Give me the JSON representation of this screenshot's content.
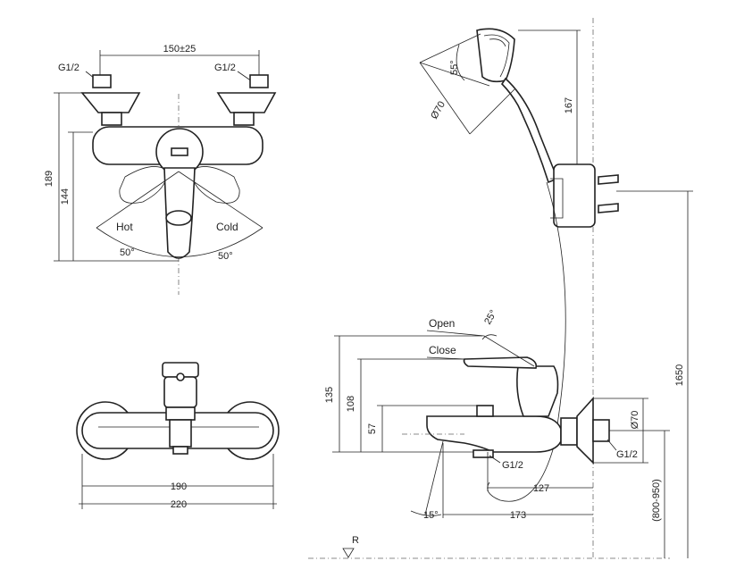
{
  "labels": {
    "top_width": "150±25",
    "g12_left": "G1/2",
    "g12_right": "G1/2",
    "h189": "189",
    "h144": "144",
    "hot": "Hot",
    "cold": "Cold",
    "ang_left": "50°",
    "ang_right": "50°",
    "w190": "190",
    "w220": "220",
    "ang55": "55°",
    "d70_head": "Ø70",
    "h167": "167",
    "h1650": "1650",
    "open": "Open",
    "close": "Close",
    "ang25": "25°",
    "h135": "135",
    "h108": "108",
    "h57": "57",
    "d70_wall": "Ø70",
    "g12_side_bottom": "G1/2",
    "g12_side_right": "G1/2",
    "d127": "127",
    "d173": "173",
    "ang15": "15°",
    "range": "(800-950)",
    "floor": "R"
  }
}
